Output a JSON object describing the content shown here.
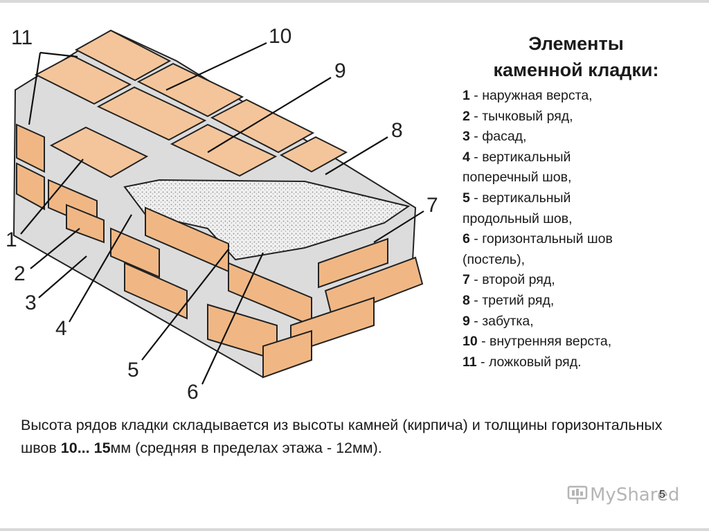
{
  "title": {
    "line1": "Элементы",
    "line2": "каменной кладки:"
  },
  "legend": [
    {
      "num": "1",
      "text": " - наружная верста,"
    },
    {
      "num": "2",
      "text": " - тычковый ряд,"
    },
    {
      "num": "3",
      "text": " - фасад,"
    },
    {
      "num": "4",
      "text": " - вертикальный"
    },
    {
      "num": "",
      "text": "поперечный шов,"
    },
    {
      "num": "5",
      "text": " - вертикальный"
    },
    {
      "num": "",
      "text": "продольный шов,"
    },
    {
      "num": " 6",
      "text": " - горизонтальный шов"
    },
    {
      "num": "",
      "text": "(постель),"
    },
    {
      "num": "7",
      "text": " - второй ряд,"
    },
    {
      "num": "8",
      "text": " - третий ряд,"
    },
    {
      "num": " 9",
      "text": " - забутка,"
    },
    {
      "num": "10",
      "text": " - внутренняя верста,"
    },
    {
      "num": "11",
      "text": " - ложковый ряд."
    }
  ],
  "callouts": [
    "1",
    "2",
    "3",
    "4",
    "5",
    "6",
    "7",
    "8",
    "9",
    "10",
    "11"
  ],
  "note": {
    "part1": "Высота рядов кладки складывается из высоты камней (кирпича) и толщины горизонтальных швов ",
    "bold1": "10...",
    "gap": " ",
    "bold2": "15",
    "part2": "мм (средняя в пределах этажа - 12мм)."
  },
  "page_number": "5",
  "watermark": "MyShared",
  "colors": {
    "brick_face": "#f4c59a",
    "brick_side": "#e9a873",
    "mortar": "#e8e8e8",
    "outline": "#222222"
  }
}
